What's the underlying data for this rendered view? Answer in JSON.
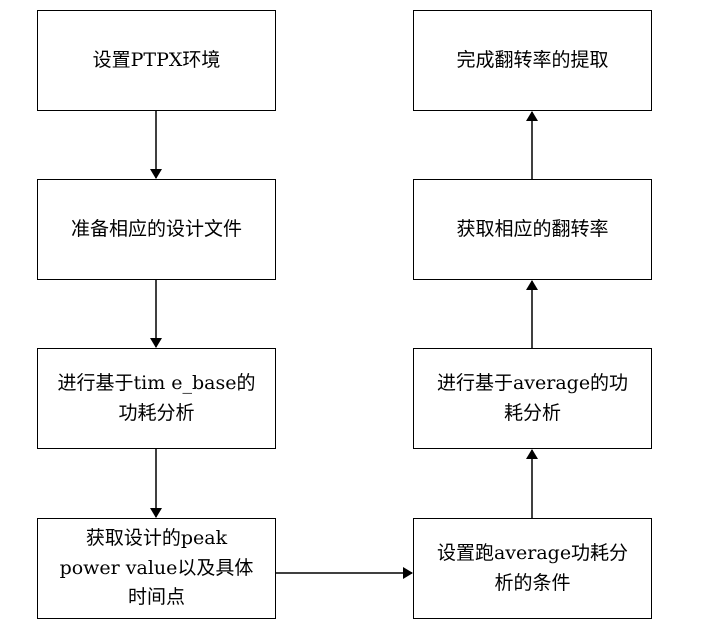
{
  "flowchart": {
    "left_column": [
      {
        "label": "设置PTPX环境"
      },
      {
        "label": "准备相应的设计文件"
      },
      {
        "label": "进行基于tim e_base的\n功耗分析"
      },
      {
        "label": "获取设计的peak\npower value以及具体\n时间点"
      }
    ],
    "right_column": [
      {
        "label": "完成翻转率的提取"
      },
      {
        "label": "获取相应的翻转率"
      },
      {
        "label": "进行基于average的功\n耗分析"
      },
      {
        "label": "设置跑average功耗分\n析的条件"
      }
    ],
    "colors": {
      "stroke": "#000000",
      "fill": "#ffffff"
    }
  }
}
